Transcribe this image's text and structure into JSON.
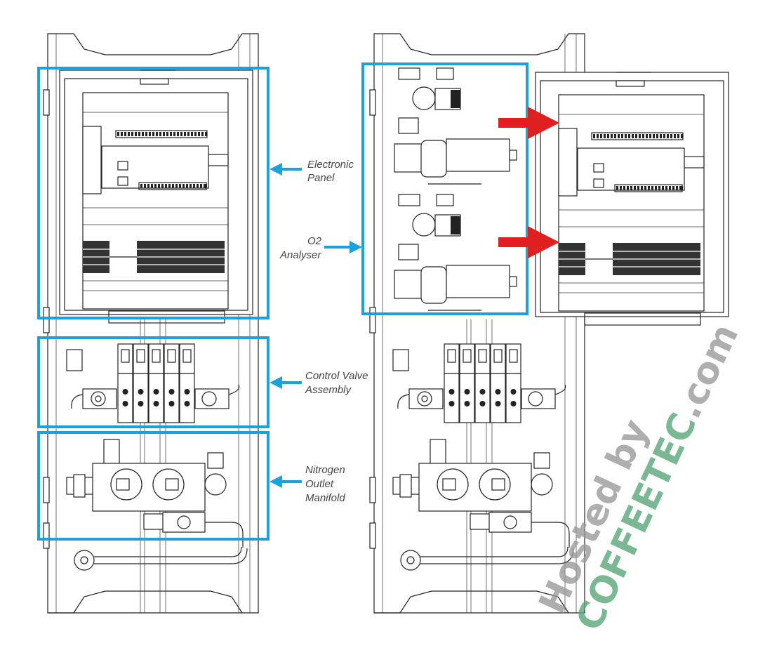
{
  "labels": {
    "electronic_panel": [
      "Electronic",
      "Panel"
    ],
    "o2_analyser": [
      "O2",
      "Analyser"
    ],
    "control_valve_assembly": [
      "Control Valve",
      "Assembly"
    ],
    "nitrogen_outlet_manifold": [
      "Nitrogen",
      "Outlet",
      "Manifold"
    ]
  },
  "watermark": {
    "prefix": "Hosted by ",
    "brand": "COFFEETEC",
    "suffix": ".com"
  },
  "colors": {
    "callout": "#1ba1dc",
    "move_arrow": "#e02020",
    "watermark_grey": "#9a9a9a",
    "watermark_green": "#5aa77a"
  }
}
